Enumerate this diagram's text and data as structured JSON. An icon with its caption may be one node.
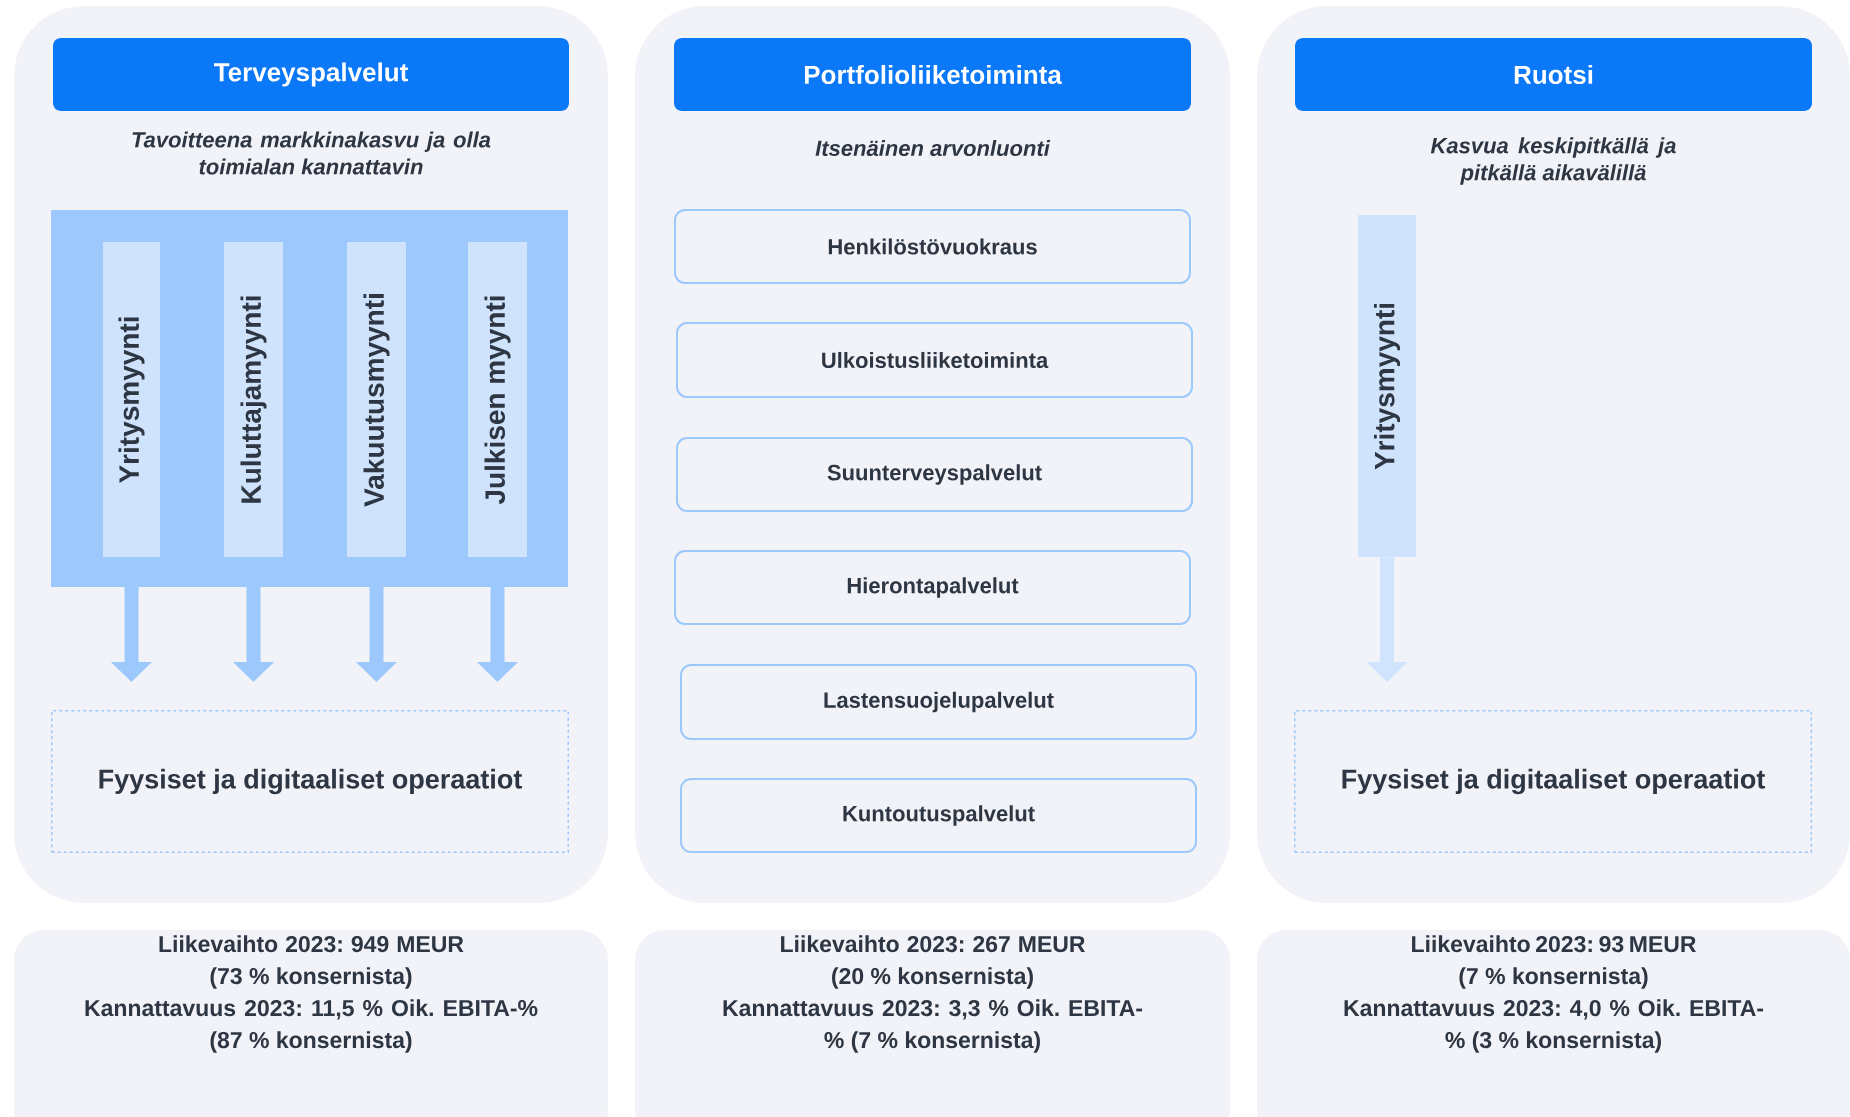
{
  "diagram": {
    "nodes": [
      {
        "text": [
          "Tavoitteena markkinakasvu ja olla toimialan kannattavin"
        ]
      },
      {
        "text": [
          "Terveyspalvelut"
        ],
        "in": 0
      },
      {
        "text": [],
        "shape": "box",
        "in": 0
      },
      {
        "text": [
          "Yritysmyynti"
        ],
        "in": 2
      },
      {
        "text": [
          "Kuluttajamyynti"
        ],
        "in": 2
      },
      {
        "text": [
          "Vakuutusmyynti"
        ],
        "in": 2
      },
      {
        "text": [
          "Julkisen myynti"
        ],
        "in": 2
      },
      {
        "text": [
          "Fyysiset ja digitaaliset operaatiot"
        ],
        "in": 0
      },
      {
        "text": [
          "Itsenäinen arvonluonti"
        ]
      },
      {
        "text": [
          "Portfolioliiketoiminta"
        ],
        "in": 8
      },
      {
        "text": [
          "Henkilöstövuokraus"
        ],
        "in": 8
      },
      {
        "text": [
          "Ulkoistusliiketoiminta"
        ],
        "in": 8
      },
      {
        "text": [
          "Suunterveyspalvelut"
        ],
        "in": 8
      },
      {
        "text": [
          "Hierontapalvelut"
        ],
        "in": 8
      },
      {
        "text": [
          "Lastensuojelupalvelut"
        ],
        "in": 8
      },
      {
        "text": [
          "Kuntoutuspalvelut"
        ],
        "in": 8
      },
      {
        "text": [
          "Kasvua keskipitkällä ja pitkällä aikavälillä"
        ]
      },
      {
        "text": [
          "Ruotsi"
        ],
        "in": 16
      },
      {
        "text": [
          "Yritysmyynti"
        ],
        "in": 16
      },
      {
        "text": [
          "Fyysiset ja digitaaliset operaatiot"
        ],
        "in": 16
      },
      {
        "text": [
          "Liikevaihto 2023: 949 MEUR (73 % konsernista)",
          "Kannattavuus 2023: 11,5 % Oik. EBITA-% (87 % konsernista)"
        ]
      },
      {
        "text": [
          "Liikevaihto 2023: 267 MEUR (20 % konsernista)",
          "Kannattavuus 2023: 3,3 % Oik. EBITA-% (7 % konsernista)"
        ]
      },
      {
        "text": [
          "Liikevaihto 2023: 93 MEUR (7 % konsernista)",
          "Kannattavuus 2023: 4,0 % Oik. EBITA-% (3 % konsernista)"
        ]
      }
    ],
    "edges": [
      {
        "from": 3,
        "to": 7,
        "arrow": "to"
      },
      {
        "from": 4,
        "to": 7,
        "arrow": "to"
      },
      {
        "from": 5,
        "to": 7,
        "arrow": "to"
      },
      {
        "from": 6,
        "to": 7,
        "arrow": "to"
      },
      {
        "from": 18,
        "to": 19,
        "arrow": "to",
        "color": "#d0e4fd"
      }
    ]
  }
}
